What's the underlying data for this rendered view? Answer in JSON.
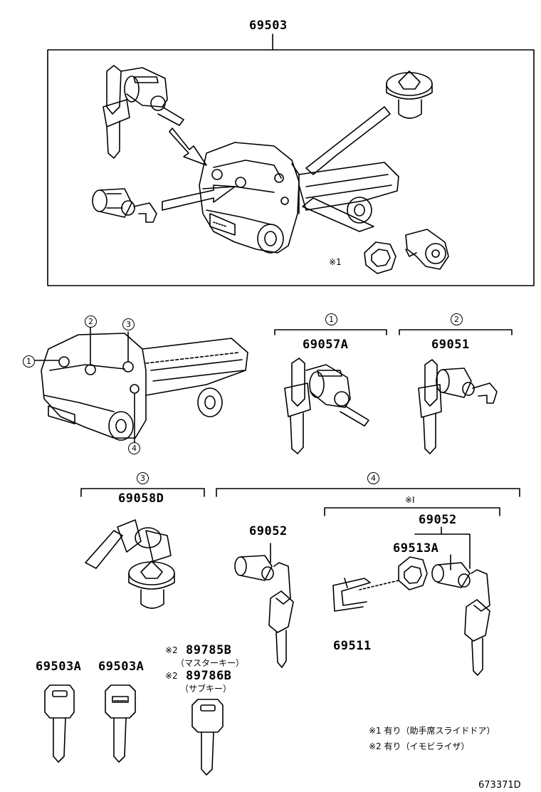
{
  "parts": {
    "main_assembly": "69503",
    "door_lock_set": "69057A",
    "ignition_lock": "69051",
    "fuel_cap": "69058D",
    "slide_door_lock_left": "69052",
    "slide_door_lock_right": "69052",
    "retainer": "69513A",
    "clip": "69511",
    "key_blank_1": "69503A",
    "key_blank_2": "69503A",
    "master_key": "89785B",
    "master_key_note": "（マスターキー）",
    "sub_key": "89786B",
    "sub_key_note": "（サブキー）"
  },
  "markers": {
    "note1": "※1",
    "note1_short": "※Ⅰ",
    "note2": "※2"
  },
  "callouts": [
    "1",
    "2",
    "3",
    "4"
  ],
  "legend": {
    "line1": "※1 有り（助手席スライドドア）",
    "line2": "※2 有り（イモビライザ）"
  },
  "figure_code": "673371D"
}
